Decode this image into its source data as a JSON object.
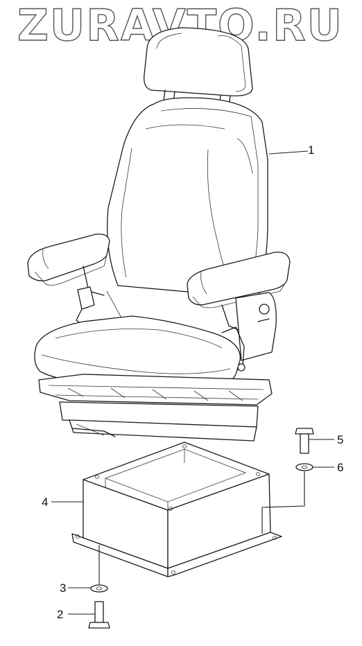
{
  "watermark": "ZURAVTO.RU",
  "callouts": [
    {
      "id": "1",
      "label": "1"
    },
    {
      "id": "2",
      "label": "2"
    },
    {
      "id": "3",
      "label": "3"
    },
    {
      "id": "4",
      "label": "4"
    },
    {
      "id": "5",
      "label": "5"
    },
    {
      "id": "6",
      "label": "6"
    }
  ],
  "colors": {
    "line": "#1a1a1a",
    "background": "#ffffff"
  }
}
